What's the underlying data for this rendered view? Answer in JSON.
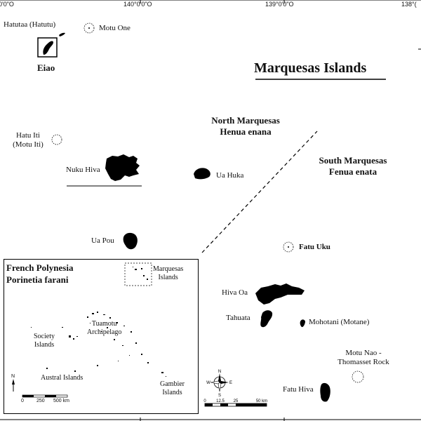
{
  "coordinates": {
    "left_partial": "0'0\"O",
    "lon_140": "140°0'0\"O",
    "lon_139": "139°0'0\"O",
    "right_partial": "138°("
  },
  "title": "Marquesas Islands",
  "regions": {
    "north_line1": "North Marquesas",
    "north_line2": "Henua enana",
    "south_line1": "South Marquesas",
    "south_line2": "Fenua enata"
  },
  "islands": {
    "hatutaa": "Hatutaa (Hatutu)",
    "eiao": "Eiao",
    "motu_one": "Motu One",
    "hatu_iti_line1": "Hatu Iti",
    "hatu_iti_line2": "(Motu Iti)",
    "nuku_hiva": "Nuku Hiva",
    "ua_huka": "Ua Huka",
    "ua_pou": "Ua Pou",
    "fatu_uku": "Fatu Uku",
    "hiva_oa": "Hiva Oa",
    "tahuata": "Tahuata",
    "mohotani": "Mohotani (Motane)",
    "motu_nao_line1": "Motu Nao -",
    "motu_nao_line2": "Thomasset Rock",
    "fatu_hiva": "Fatu Hiva"
  },
  "inset": {
    "title_line1": "French Polynesia",
    "title_line2": "Porinetia farani",
    "marquesas_line1": "Marquesas",
    "marquesas_line2": "Islands",
    "tuamotu_line1": "Tuamotu",
    "tuamotu_line2": "Archipelago",
    "society_line1": "Society",
    "society_line2": "Islands",
    "austral": "Austral Islands",
    "gambier_line1": "Gambier",
    "gambier_line2": "Islands",
    "north_letter": "N",
    "scale_labels": [
      "0",
      "250",
      "500 km"
    ]
  },
  "compass": {
    "n": "N",
    "s": "S",
    "e": "E",
    "w": "W"
  },
  "scale_bar": {
    "labels": [
      "0",
      "12.5",
      "25",
      "50 km"
    ]
  }
}
